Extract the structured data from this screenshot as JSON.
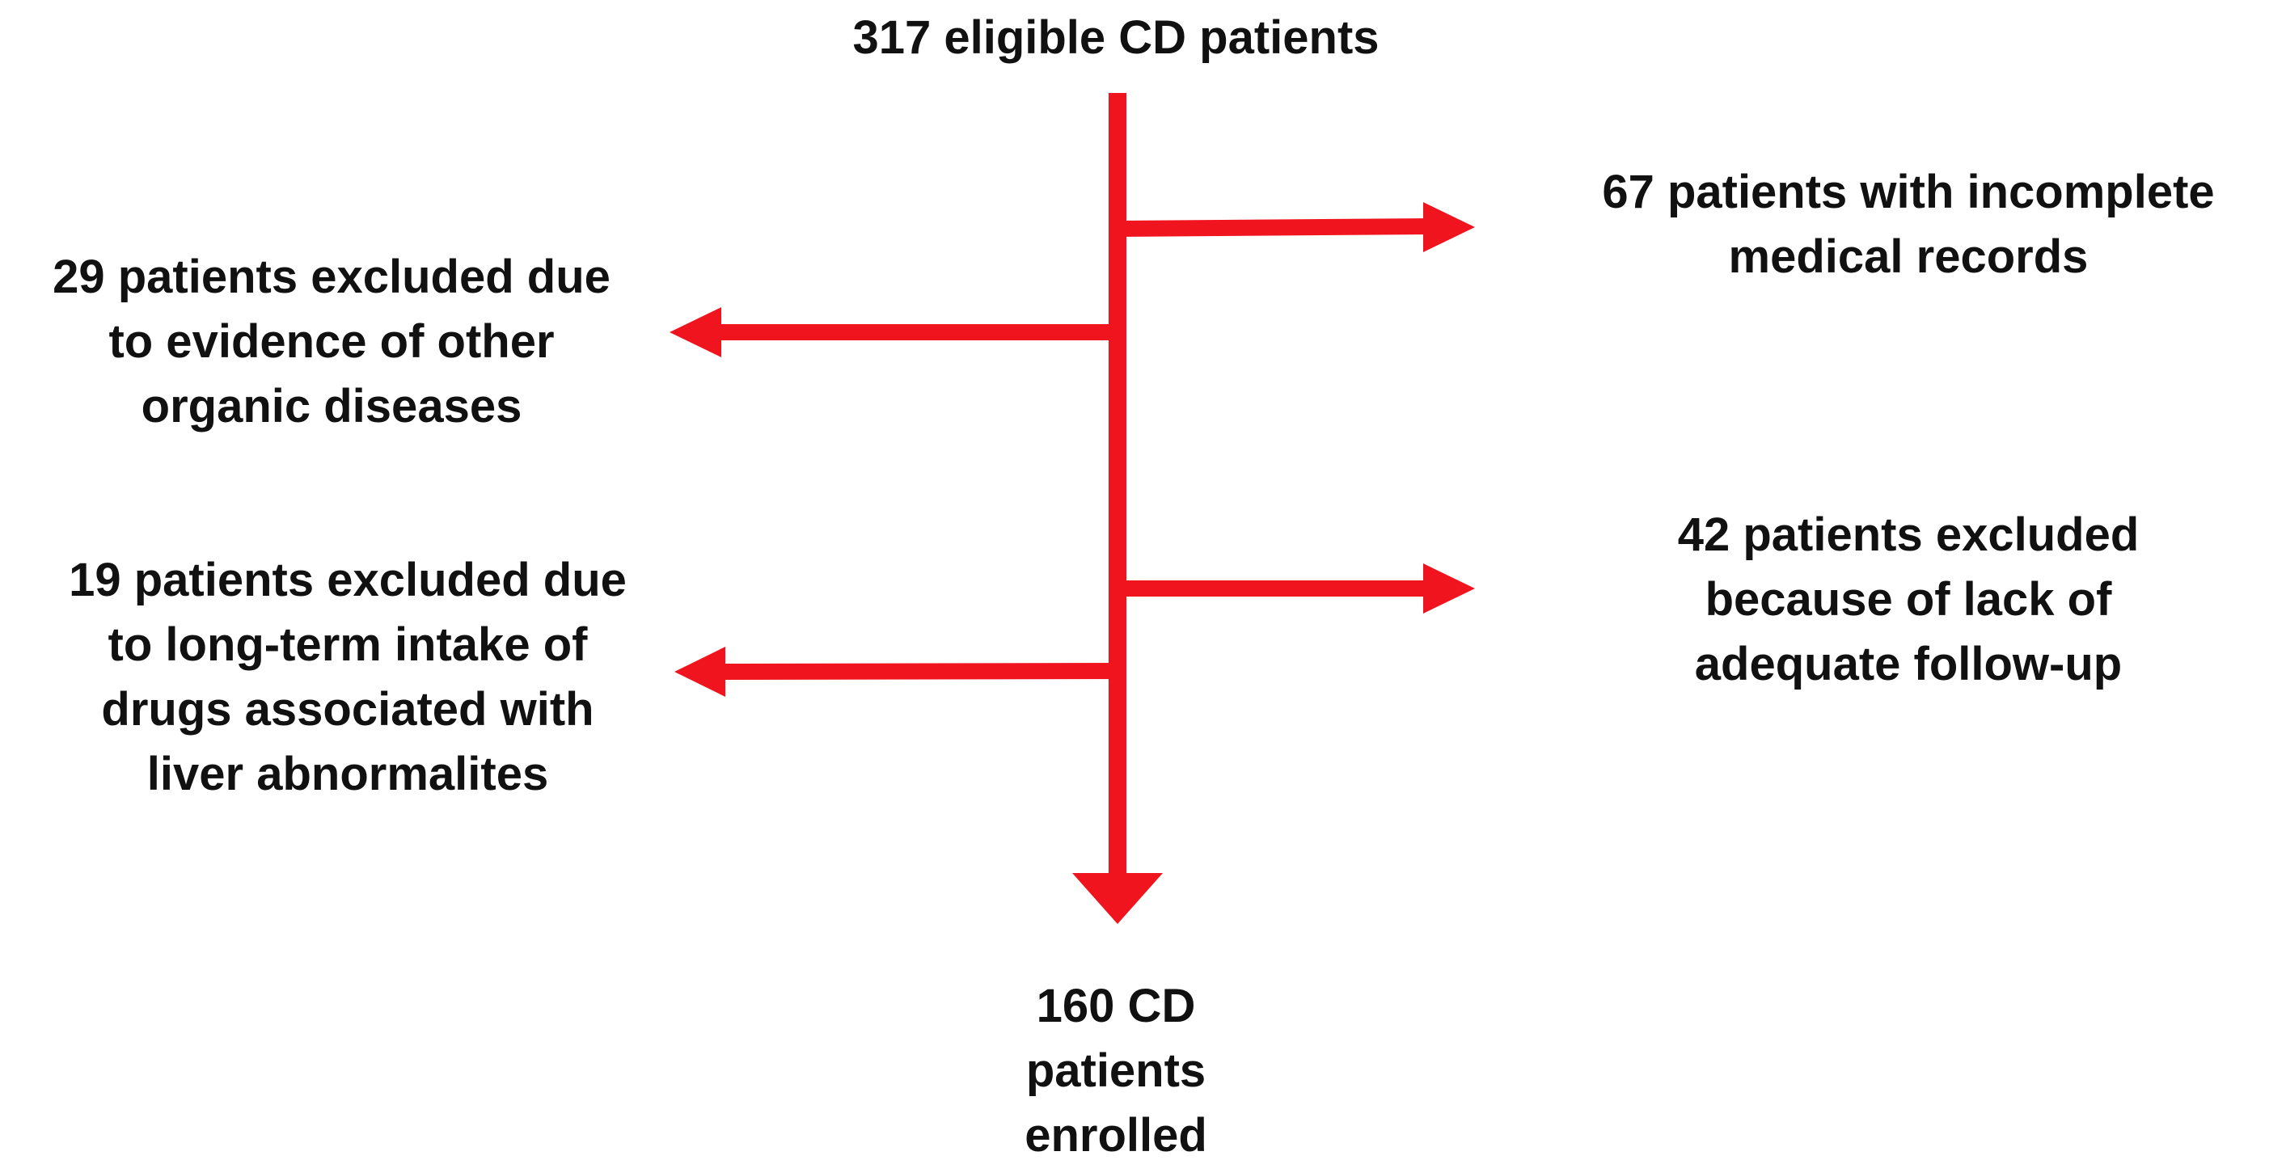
{
  "colors": {
    "arrow": "#f0141e",
    "text": "#111111",
    "background": "#ffffff"
  },
  "nodes": {
    "top": {
      "lines": [
        "317 eligible CD patients"
      ]
    },
    "right_1": {
      "lines": [
        "67 patients with incomplete",
        "medical records"
      ]
    },
    "left_1": {
      "lines": [
        "29 patients excluded due",
        "to evidence of other",
        "organic diseases"
      ]
    },
    "right_2": {
      "lines": [
        "42 patients excluded",
        "because of lack of",
        "adequate follow-up"
      ]
    },
    "left_2": {
      "lines": [
        "19 patients excluded due",
        "to long-term intake of",
        "drugs associated with",
        "liver abnormalites"
      ]
    },
    "bottom": {
      "lines": [
        "160 CD",
        "patients",
        "enrolled"
      ]
    }
  }
}
